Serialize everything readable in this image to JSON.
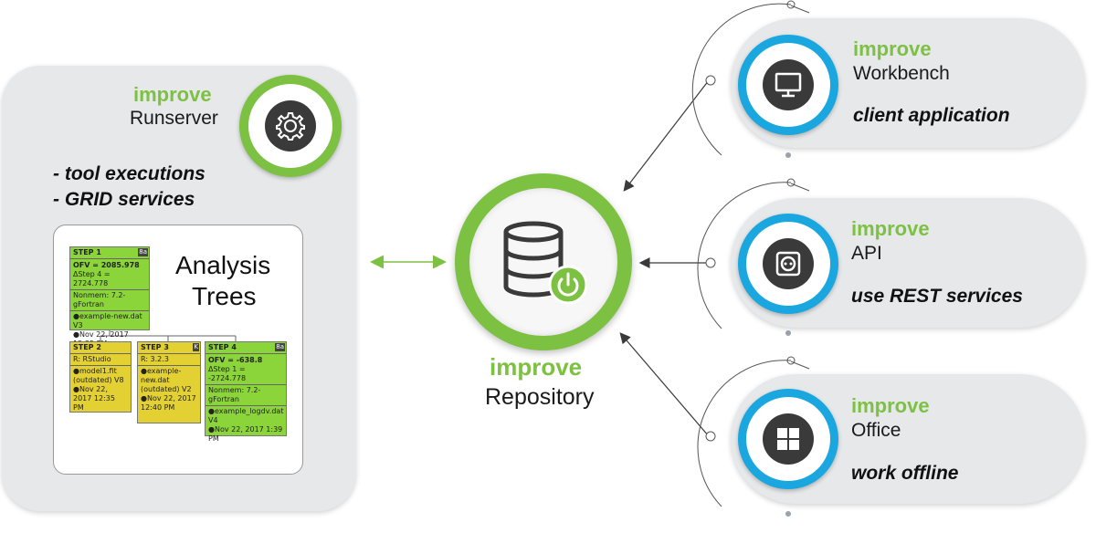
{
  "runserver": {
    "brand": "improve",
    "name": "Runserver",
    "tasks": [
      "- tool executions",
      "- GRID services"
    ],
    "icon": "gear-icon"
  },
  "analysis": {
    "title_line1": "Analysis",
    "title_line2": "Trees",
    "step1": {
      "title": "STEP 1",
      "badge": "8a",
      "ofv": "OFV = 2085.978",
      "delta": "ΔStep 4 = 2724.778",
      "nonmem": "Nonmem: 7.2-gFortran",
      "file": "●example-new.dat V3",
      "date": "●Nov 22, 2017 12:35 PM"
    },
    "step2": {
      "title": "STEP 2",
      "r": "R: RStudio",
      "file": "●model1.fit (outdated) V8",
      "date": "●Nov 22, 2017 12:35 PM"
    },
    "step3": {
      "title": "STEP 3",
      "badge": "K",
      "r": "R: 3.2.3",
      "file": "●example-new.dat (outdated) V2",
      "date": "●Nov 22, 2017 12:40 PM"
    },
    "step4": {
      "title": "STEP 4",
      "badge": "8a",
      "ofv": "OFV = -638.8",
      "delta": "ΔStep 1 = -2724.778",
      "nonmem": "Nonmem: 7.2-gFortran",
      "file": "●example_logdv.dat V4",
      "date": "●Nov 22, 2017 1:39 PM"
    }
  },
  "repository": {
    "brand": "improve",
    "name": "Repository",
    "icon": "database-power-icon"
  },
  "clients": [
    {
      "brand": "improve",
      "name": "Workbench",
      "tagline": "client application",
      "icon": "monitor-icon"
    },
    {
      "brand": "improve",
      "name": "API",
      "tagline": "use REST services",
      "icon": "socket-icon"
    },
    {
      "brand": "improve",
      "name": "Office",
      "tagline": "work offline",
      "icon": "windows-icon"
    }
  ],
  "colors": {
    "accent_green": "#7dc142",
    "accent_blue": "#1aa7df",
    "icon_dark": "#3a3a3a",
    "panel": "#e6e8ea"
  }
}
